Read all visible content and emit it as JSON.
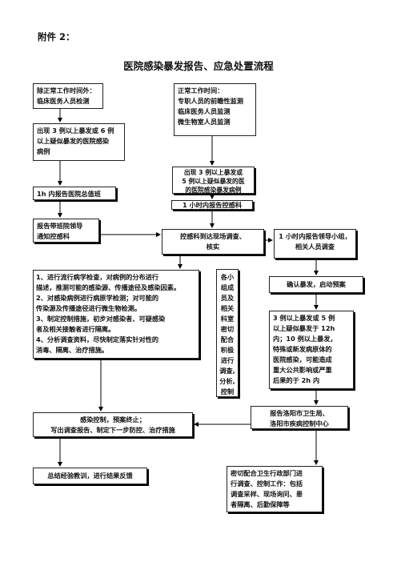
{
  "header": {
    "attachment": "附件 2：",
    "title": "医院感染暴发报告、应急处置流程"
  },
  "nodes": {
    "non_work_hours": [
      "除正常工作时间外：",
      "临床医务人员检测"
    ],
    "work_hours": [
      "正常工作时间：",
      "专职人员的前瞻性监测",
      "临床医务人员监测",
      "微生物室人员监测"
    ],
    "left_suspect": [
      "出现 3 例以上暴发或 6 例",
      "以上疑似暴发的医院感染",
      "病例"
    ],
    "right_suspect": [
      "出现 3 例以上暴发或",
      "5 例以上疑似暴发的医",
      "的医院感染暴发病例"
    ],
    "report_duty": [
      "1h 内报告医院总值班"
    ],
    "report_infection_dept": [
      "1 小时内报告控感科"
    ],
    "duty_notify": [
      "报告带班院领导",
      "通知控感科"
    ],
    "field_investigation": [
      "控感科到达现场调查、",
      "核实"
    ],
    "leader_team": [
      "1 小时内报告领导小组，",
      "相关人员调查"
    ],
    "measures": [
      "1、进行流行病学检查，对病例的分布进行",
      "描述，推测可能的感染源、传播途径及感染因素。",
      "2、对感染病例进行病原学检测；对可能的",
      "传染源及传播途径进行微生物检测。",
      "3、制定控制措施，初步对感染者、可疑感染",
      "者及相关接触者进行隔离。",
      "4、分析调查资料，尽快制定落实针对性的",
      "消毒、隔离、治疗措施。"
    ],
    "departments": [
      "各小",
      "组成",
      "员及",
      "相关",
      "科室",
      "密切",
      "配合",
      "积极",
      "进行",
      "调查,",
      "分析,",
      "控制"
    ],
    "confirm": [
      "确认暴发，启动预案"
    ],
    "criteria": [
      "3 例以上暴发或 5 例",
      "以上疑似暴发于 12h",
      "内；10 例以上暴发，",
      "特殊或新发病原体的",
      "医院感染，可能造成",
      "重大公共影响或严重",
      "后果的于 2h 内"
    ],
    "report_health": [
      "报告洛阳市卫生局、",
      "洛阳市疾病控制中心"
    ],
    "controlled": [
      "感染控制，预案终止；",
      "写出调查报告、制定下一步防控、治疗措施"
    ],
    "summary": [
      "总结经验教训，进行结果反馈"
    ],
    "cooperate": [
      "密切配合卫生行政部门进",
      "行调查、控制工作：包括",
      "调查采样、现场询问、患",
      "者隔离、后勤保障等"
    ]
  }
}
